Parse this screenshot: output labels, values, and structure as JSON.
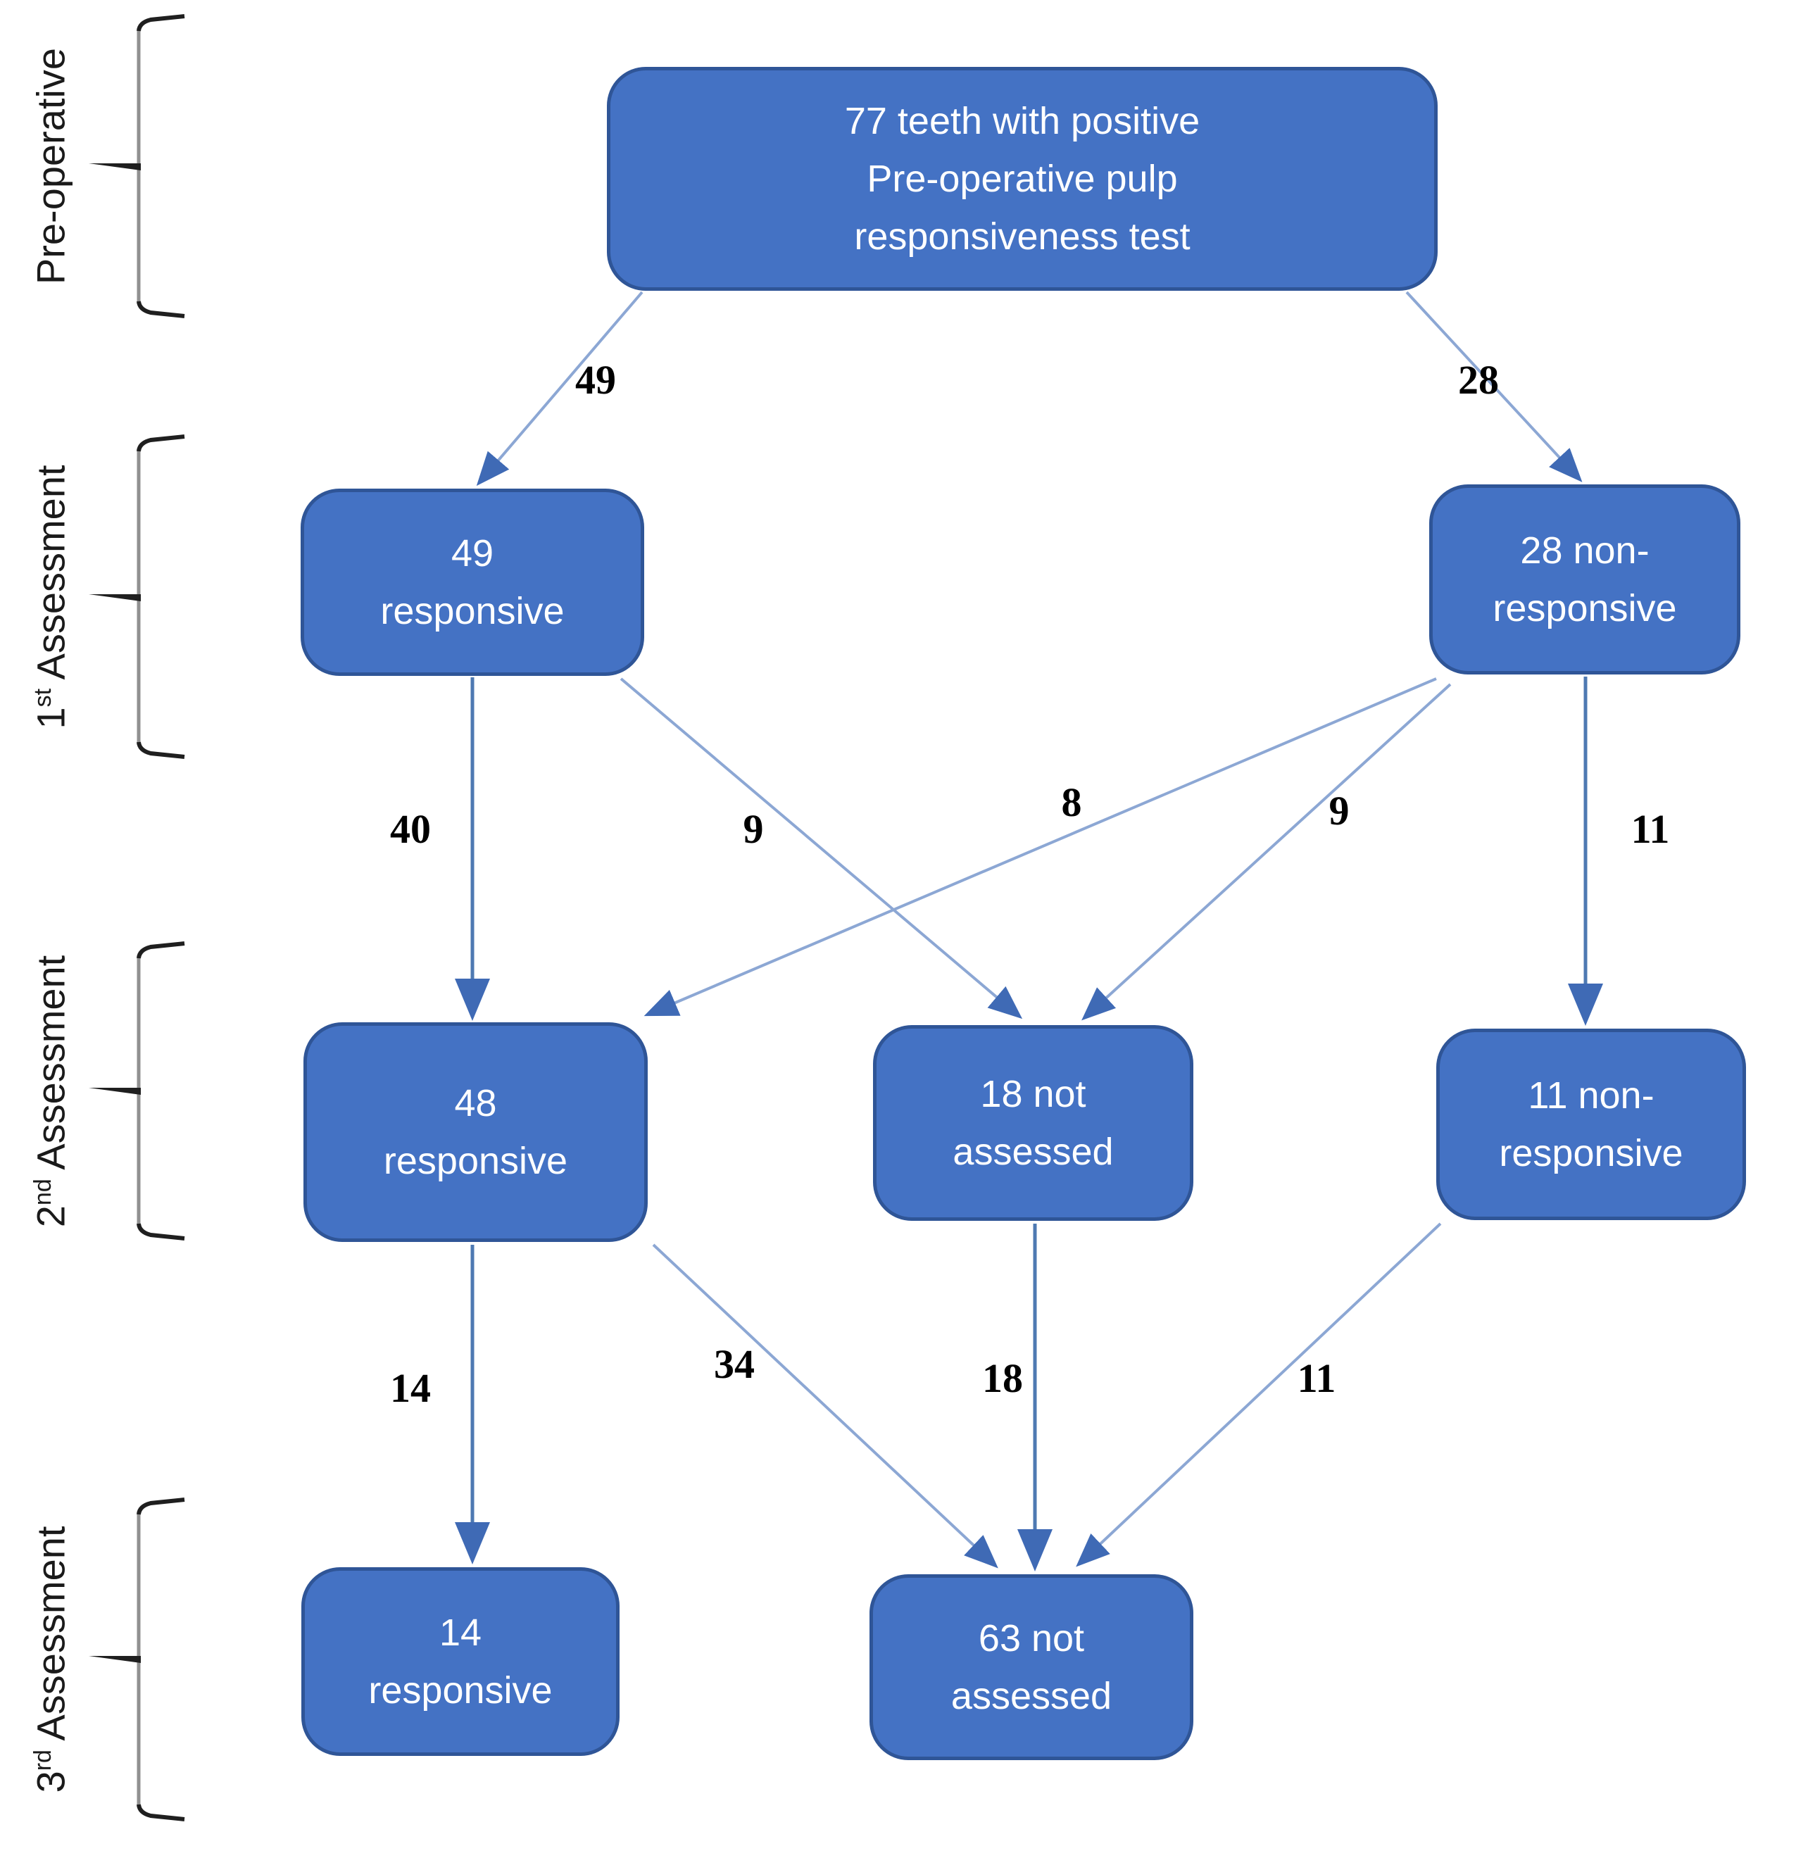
{
  "sections": [
    {
      "pre": "",
      "sup": "",
      "name": "Pre-operative"
    },
    {
      "pre": "1",
      "sup": "st",
      "name": " Assessment"
    },
    {
      "pre": "2",
      "sup": "nd",
      "name": " Assessment"
    },
    {
      "pre": "3",
      "sup": "rd",
      "name": " Assessment"
    }
  ],
  "nodes": [
    {
      "id": "preop-total",
      "lines": [
        "77 teeth with positive",
        "Pre-operative pulp",
        "responsiveness test"
      ]
    },
    {
      "id": "a1-responsive",
      "lines": [
        "49",
        "responsive"
      ]
    },
    {
      "id": "a1-nonresponsive",
      "lines": [
        "28 non-",
        "responsive"
      ]
    },
    {
      "id": "a2-responsive",
      "lines": [
        "48",
        "responsive"
      ]
    },
    {
      "id": "a2-notassessed",
      "lines": [
        "18 not",
        "assessed"
      ]
    },
    {
      "id": "a2-nonresponsive",
      "lines": [
        "11 non-",
        "responsive"
      ]
    },
    {
      "id": "a3-responsive",
      "lines": [
        "14",
        "responsive"
      ]
    },
    {
      "id": "a3-notassessed",
      "lines": [
        "63 not",
        "assessed"
      ]
    }
  ],
  "edges": [
    {
      "from": "preop-total",
      "to": "a1-responsive",
      "label": "49"
    },
    {
      "from": "preop-total",
      "to": "a1-nonresponsive",
      "label": "28"
    },
    {
      "from": "a1-responsive",
      "to": "a2-responsive",
      "label": "40"
    },
    {
      "from": "a1-responsive",
      "to": "a2-notassessed",
      "label": "9"
    },
    {
      "from": "a1-nonresponsive",
      "to": "a2-responsive",
      "label": "8"
    },
    {
      "from": "a1-nonresponsive",
      "to": "a2-notassessed",
      "label": "9"
    },
    {
      "from": "a1-nonresponsive",
      "to": "a2-nonresponsive",
      "label": "11"
    },
    {
      "from": "a2-responsive",
      "to": "a3-responsive",
      "label": "14"
    },
    {
      "from": "a2-responsive",
      "to": "a3-notassessed",
      "label": "34"
    },
    {
      "from": "a2-notassessed",
      "to": "a3-notassessed",
      "label": "18"
    },
    {
      "from": "a2-nonresponsive",
      "to": "a3-notassessed",
      "label": "11"
    }
  ],
  "colors": {
    "node_fill": "#4472C4",
    "node_border": "#2F5597",
    "node_text": "#FFFFFF",
    "edge_line_light": "#8CA7D4",
    "edge_line_dark": "#4E79B2",
    "arrowhead": "#3F6AB5",
    "edge_label_text": "#000000",
    "brace_vertical": "#909090",
    "brace_hooks": "#1F1F1F",
    "background": "#FFFFFF"
  }
}
